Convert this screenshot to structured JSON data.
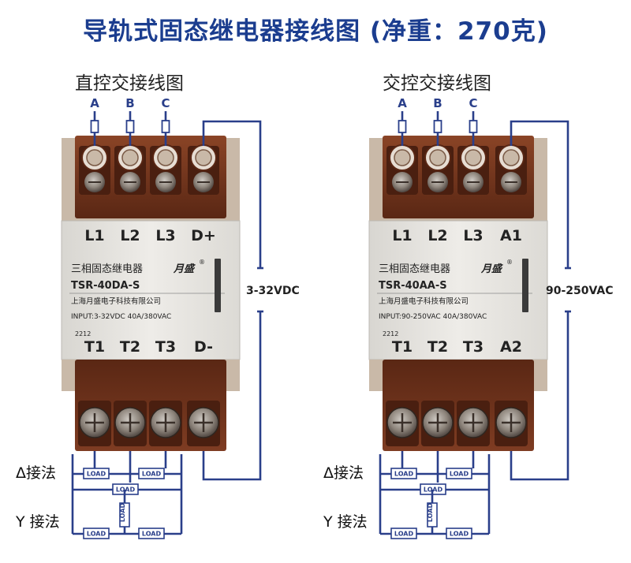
{
  "title": "导轨式固态继电器接线图 (净重：270克)",
  "left": {
    "subtitle": "直控交接线图",
    "phases": [
      "A",
      "B",
      "C"
    ],
    "top_terminals": [
      "L1",
      "L2",
      "L3",
      "D+"
    ],
    "bottom_terminals": [
      "T1",
      "T2",
      "T3",
      "D-"
    ],
    "label": {
      "name": "三相固态继电器",
      "brand": "月盛",
      "model": "TSR-40DA-S",
      "company": "上海月盛电子科技有限公司",
      "input": "INPUT:3-32VDC  40A/380VAC",
      "code": "2212"
    },
    "voltage": "3-32VDC",
    "delta_label": "Δ接法",
    "y_label": "Y 接法"
  },
  "right": {
    "subtitle": "交控交接线图",
    "phases": [
      "A",
      "B",
      "C"
    ],
    "top_terminals": [
      "L1",
      "L2",
      "L3",
      "A1"
    ],
    "bottom_terminals": [
      "T1",
      "T2",
      "T3",
      "A2"
    ],
    "label": {
      "name": "三相固态继电器",
      "brand": "月盛",
      "model": "TSR-40AA-S",
      "company": "上海月盛电子科技有限公司",
      "input": "INPUT:90-250VAC  40A/380VAC",
      "code": "2212"
    },
    "voltage": "90-250VAC",
    "delta_label": "Δ接法",
    "y_label": "Y 接法"
  },
  "load_text": "LOAD",
  "colors": {
    "title": "#1b3d8f",
    "wire": "#2a3f8a",
    "housing": "#6e2f1a",
    "label_panel": "#e6e4df"
  }
}
